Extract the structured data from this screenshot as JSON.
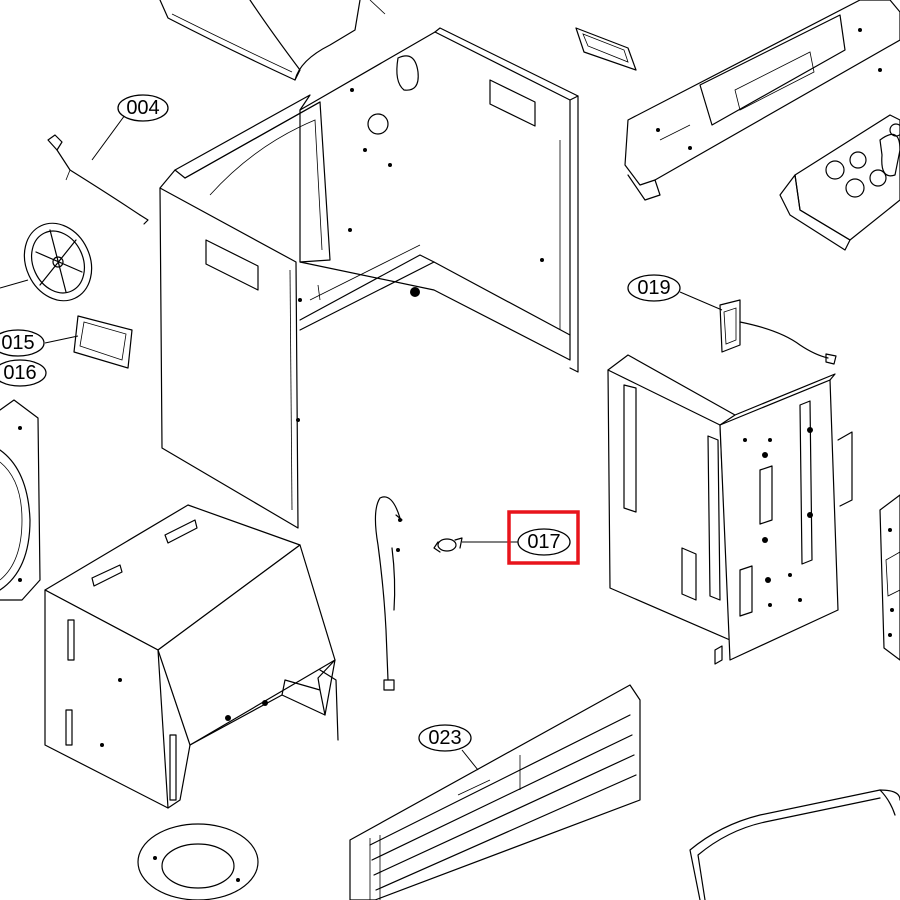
{
  "diagram": {
    "callouts": [
      {
        "id": "c004",
        "label": "004"
      },
      {
        "id": "c015",
        "label": "015"
      },
      {
        "id": "c016",
        "label": "016"
      },
      {
        "id": "c017",
        "label": "017",
        "highlighted": true
      },
      {
        "id": "c019",
        "label": "019"
      },
      {
        "id": "c023",
        "label": "023"
      }
    ],
    "highlight_color": "#e8141b",
    "line_color": "#000000",
    "background": "#ffffff"
  }
}
